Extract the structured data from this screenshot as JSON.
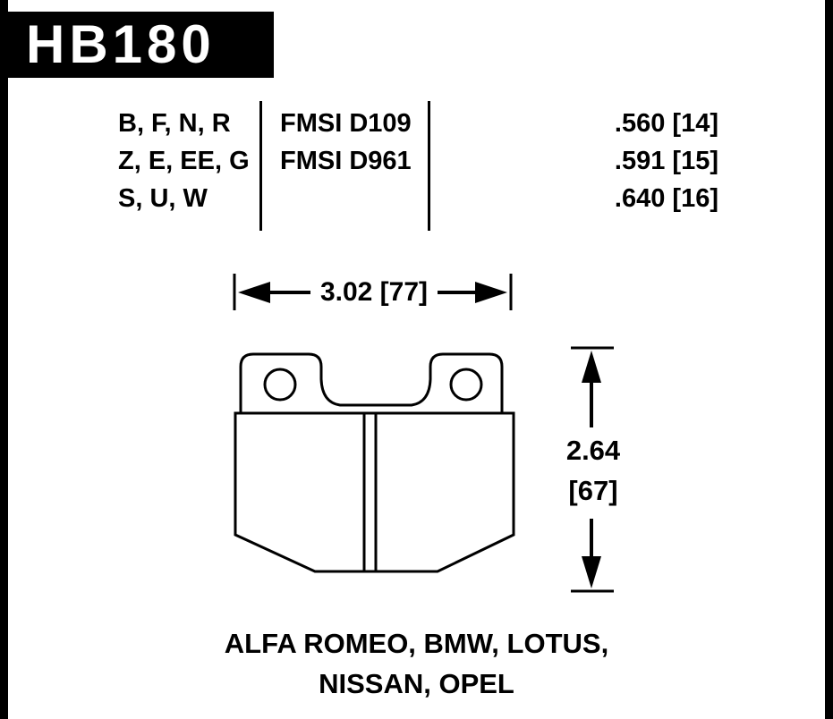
{
  "header": {
    "part_number": "HB180"
  },
  "spec_table": {
    "compound_rows": [
      "B, F, N, R",
      "Z, E, EE, G",
      "S, U, W"
    ],
    "fmsi_rows": [
      "FMSI D109",
      "FMSI D961"
    ],
    "thickness_rows": [
      ".560 [14]",
      ".591 [15]",
      ".640 [16]"
    ]
  },
  "dimensions": {
    "width_label": "3.02 [77]",
    "height_label_line1": "2.64",
    "height_label_line2": "[67]"
  },
  "applications": {
    "line1": "ALFA ROMEO, BMW, LOTUS,",
    "line2": "NISSAN, OPEL"
  },
  "colors": {
    "ink": "#000000",
    "paper": "#ffffff"
  }
}
